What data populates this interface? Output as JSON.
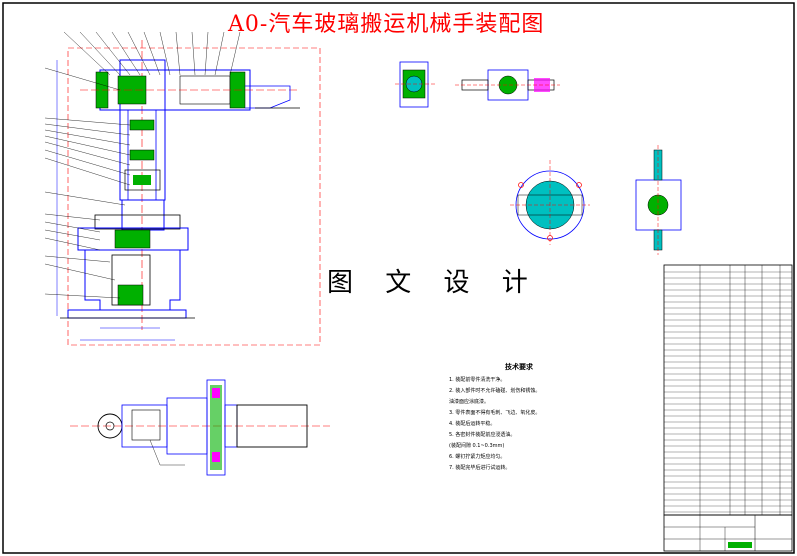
{
  "drawing": {
    "title": "A0-汽车玻璃搬运机械手装配图",
    "watermark": "图 文 设 计"
  },
  "colors": {
    "title": "#ff0000",
    "outline": "#0000ff",
    "centerline": "#ff0000",
    "part_fill": "#00b000",
    "highlight": "#ff00ff",
    "yellow": "#ffff00",
    "cyan": "#00c0c0"
  },
  "tech_requirements": {
    "heading": "技术要求",
    "items": [
      "1. 装配前零件清洗干净。",
      "2. 装入部件时不允许磕碰、划伤和锈蚀。",
      "   油漆面应涂底漆。",
      "3. 零件表面不得有毛刺、飞边、氧化皮。",
      "4. 装配后运转平稳。",
      "5. 各密封件装配前应浸透油。",
      "   (装配间隙 0.1~0.3mm)",
      "6. 螺钉拧紧力矩应均匀。",
      "7. 装配完毕后进行试运转。"
    ]
  }
}
